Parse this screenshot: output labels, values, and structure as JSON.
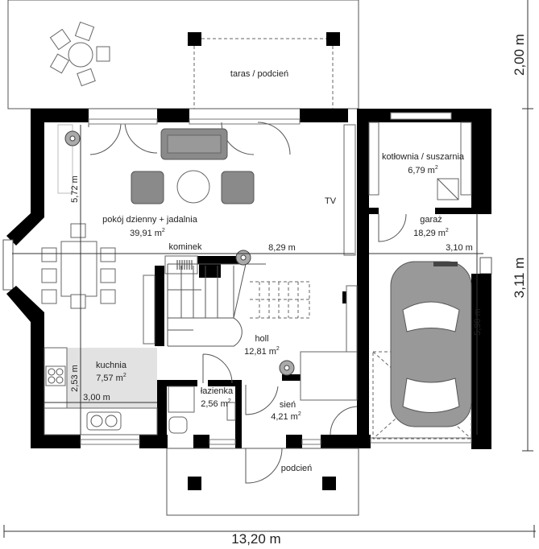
{
  "rooms": {
    "terrace": {
      "name": "taras / podcień"
    },
    "living": {
      "name": "pokój dzienny + jadalnia",
      "area": "39,91 m",
      "sup": "2"
    },
    "fireplace": {
      "name": "kominek"
    },
    "tv": {
      "name": "TV"
    },
    "boiler": {
      "name": "kotłownia / suszarnia",
      "area": "6,79 m",
      "sup": "2"
    },
    "garage": {
      "name": "garaż",
      "area": "18,29 m",
      "sup": "2"
    },
    "hall": {
      "name": "holl",
      "area": "12,81 m",
      "sup": "2"
    },
    "kitchen": {
      "name": "kuchnia",
      "area": "7,57 m",
      "sup": "2"
    },
    "bathroom": {
      "name": "łazienka",
      "area": "2,56 m",
      "sup": "2"
    },
    "vestibule": {
      "name": "sień",
      "area": "4,21 m",
      "sup": "2"
    },
    "porch": {
      "name": "podcień"
    }
  },
  "dimensions": {
    "living_width": "8,29 m",
    "garage_width": "3,10 m",
    "living_depth": "5,72 m",
    "kitchen_depth": "2,53 m",
    "kitchen_width": "3,00 m",
    "garage_depth": "5,90 m",
    "total_width": "13,20 m",
    "terrace_depth": "2,00 m",
    "house_depth": "3,11 m"
  }
}
